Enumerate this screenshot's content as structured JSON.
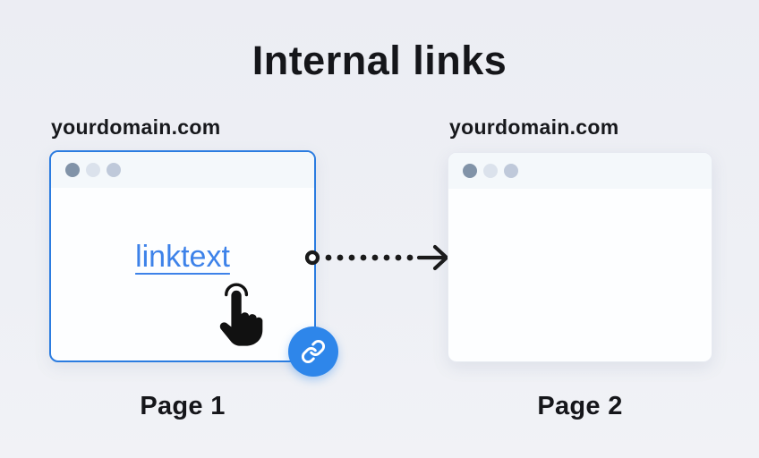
{
  "title": "Internal links",
  "windows": {
    "page1": {
      "domain": "yourdomain.com",
      "link_text": "linktext",
      "caption": "Page 1"
    },
    "page2": {
      "domain": "yourdomain.com",
      "caption": "Page 2"
    }
  },
  "icons": {
    "link_badge": "chain-link",
    "tap_cursor": "hand-tap",
    "window_controls": "three-dots",
    "arrow": "dotted-arrow-right"
  },
  "colors": {
    "background": "#ecedf3",
    "text_dark": "#15161a",
    "accent_blue": "#2e86ea",
    "link_blue": "#3d82e9",
    "window_border_blue": "#2b7ce0",
    "arrow_black": "#1a1a1a",
    "header_bg": "#f4f8fb",
    "dot_dark": "#8193a8",
    "dot_light": "#dbe2ec",
    "dot_mid": "#bfc9da"
  }
}
